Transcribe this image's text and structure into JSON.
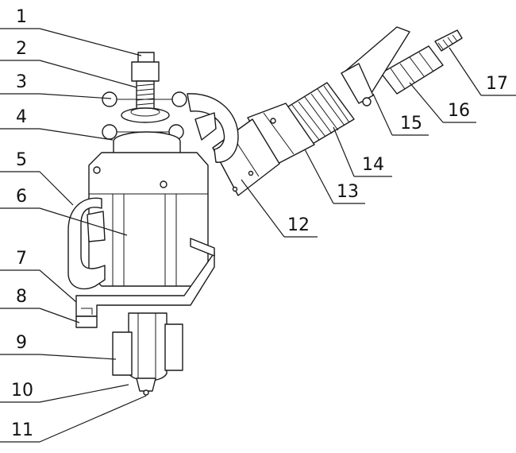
{
  "labels": [
    "1",
    "2",
    "3",
    "4",
    "5",
    "6",
    "7",
    "8",
    "9",
    "10",
    "11",
    "12",
    "13",
    "14",
    "15",
    "16",
    "17"
  ]
}
